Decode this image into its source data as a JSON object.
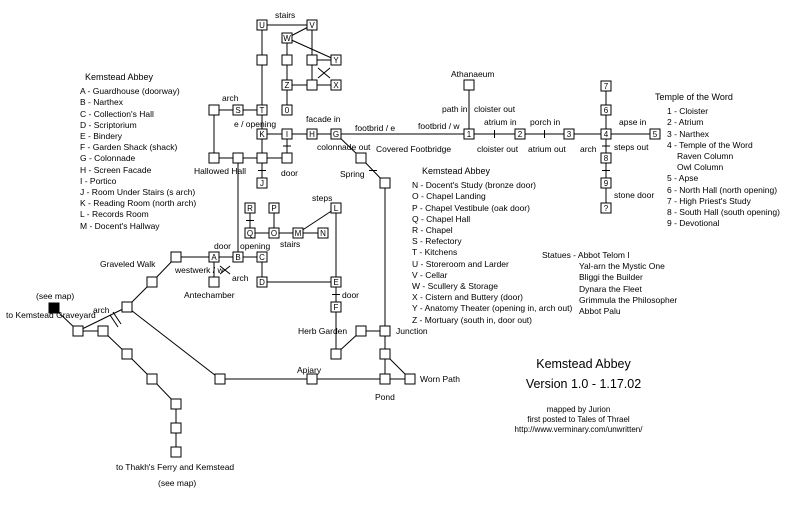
{
  "title": "Kemstead Abbey",
  "version": "Version 1.0 - 1.17.02",
  "credits": {
    "mapped_by": "mapped by Jurion",
    "posted": "first posted to Tales of Thrael",
    "url": "http://www.verminary.com/unwritten/"
  },
  "legends": {
    "abbey1": {
      "title": "Kemstead Abbey",
      "items": [
        "A - Guardhouse (doorway)",
        "B - Narthex",
        "C - Collection's Hall",
        "D - Scriptorium",
        "E - Bindery",
        "F - Garden Shack (shack)",
        "G - Colonnade",
        "H - Screen Facade",
        "I - Portico",
        "J - Room Under Stairs (s arch)",
        "K - Reading Room (north arch)",
        "L - Records Room",
        "M - Docent's Hallway"
      ]
    },
    "abbey2": {
      "title": "Kemstead Abbey",
      "items": [
        "N - Docent's Study (bronze door)",
        "O - Chapel Landing",
        "P - Chapel Vestibule (oak door)",
        "Q - Chapel Hall",
        "R - Chapel",
        "S - Refectory",
        "T - Kitchens",
        "U - Storeroom and Larder",
        "V - Cellar",
        "W - Scullery & Storage",
        "X - Cistern and Buttery (door)",
        "Y - Anatomy Theater (opening in, arch out)",
        "Z - Mortuary (south in, door out)"
      ]
    },
    "temple": {
      "title": "Temple of the Word",
      "items": [
        "1 - Cloister",
        "2 - Atrium",
        "3 - Narthex",
        "4 - Temple of the Word",
        "Raven Column",
        "Owl Column",
        "5 - Apse",
        "6 - North Hall (north opening)",
        "7 - High Priest's Study",
        "8 - South Hall (south opening)",
        "9 - Devotional"
      ]
    },
    "statues": {
      "title": "Statues - Abbot Telom I",
      "items": [
        "Yal-arn the Mystic One",
        "Bliggi the Builder",
        "Dynara the Fleet",
        "Grimmula the Philosopher",
        "Abbot Palu"
      ]
    }
  },
  "rooms": [
    "A",
    "B",
    "C",
    "D",
    "E",
    "F",
    "G",
    "H",
    "I",
    "J",
    "K",
    "L",
    "M",
    "N",
    "O",
    "P",
    "Q",
    "R",
    "S",
    "T",
    "U",
    "V",
    "W",
    "X",
    "Y",
    "Z",
    "0",
    "1",
    "2",
    "3",
    "4",
    "5",
    "6",
    "7",
    "8",
    "9",
    "?"
  ],
  "labels": {
    "stairs_top": "stairs",
    "arch_s": "arch",
    "e_opening": "e / opening",
    "facade_in": "facade in",
    "footbridge_e": "footbrid / e",
    "footbridge_w": "footbrid / w",
    "colonnade_out": "colonnade out",
    "covered_footbridge": "Covered Footbridge",
    "hallowed_hall": "Hallowed Hall",
    "door_i": "door",
    "spring": "Spring",
    "athanaeum": "Athanaeum",
    "path_in": "path in",
    "cloister_out_top": "cloister out",
    "atrium_in": "atrium in",
    "cloister_out": "cloister out",
    "porch_in": "porch in",
    "atrium_out": "atrium out",
    "arch_4": "arch",
    "apse_in": "apse in",
    "steps_out": "steps out",
    "stone_door": "stone door",
    "steps": "steps",
    "stairs_o": "stairs",
    "opening": "opening",
    "door_a": "door",
    "westwerk": "westwerk / w",
    "arch_b": "arch",
    "antechamber": "Antechamber",
    "graveled_walk": "Graveled Walk",
    "see_map_top": "(see map)",
    "to_graveyard": "to Kemstead Graveyard",
    "arch_walk": "arch",
    "door_ef": "door",
    "herb_garden": "Herb Garden",
    "junction": "Junction",
    "apiary": "Apiary",
    "worn_path": "Worn Path",
    "pond": "Pond",
    "to_ferry": "to Thakh's Ferry and Kemstead",
    "see_map_bottom": "(see map)"
  }
}
